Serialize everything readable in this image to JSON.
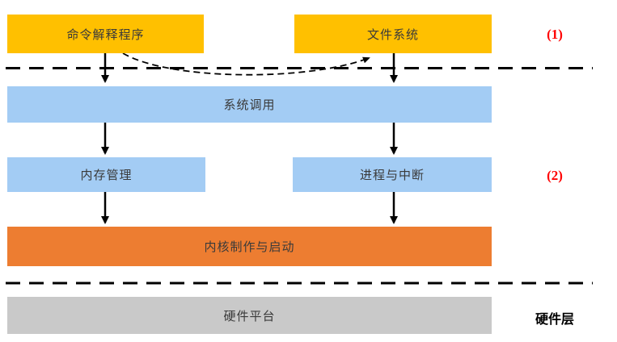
{
  "diagram": {
    "title_hint": "OS architecture layers diagram",
    "boxes": {
      "command_interpreter": {
        "label": "命令解释程序",
        "color": "#FFC000"
      },
      "file_system": {
        "label": "文件系统",
        "color": "#FFC000"
      },
      "system_call": {
        "label": "系统调用",
        "color": "#A3CCF4"
      },
      "memory_management": {
        "label": "内存管理",
        "color": "#A3CCF4"
      },
      "process_interrupt": {
        "label": "进程与中断",
        "color": "#A3CCF4"
      },
      "kernel_build_boot": {
        "label": "内核制作与启动",
        "color": "#ED7D31"
      },
      "hardware_platform": {
        "label": "硬件平台",
        "color": "#C9C9C9"
      }
    },
    "annotations": {
      "label_1": {
        "text": "(1)",
        "color": "#FF0000"
      },
      "label_2": {
        "text": "(2)",
        "color": "#FF0000"
      },
      "hardware_layer": {
        "text": "硬件层",
        "color": "#000000"
      }
    },
    "connectors": {
      "line_color": "#000000",
      "solid_arrows": [
        "command_interpreter -> system_call",
        "file_system -> system_call",
        "system_call -> memory_management",
        "system_call -> process_interrupt",
        "memory_management -> kernel_build_boot",
        "process_interrupt -> kernel_build_boot"
      ],
      "dashed_curved_arrow": "command_interpreter -> file_system",
      "dashed_boundary_lines": 2
    }
  }
}
